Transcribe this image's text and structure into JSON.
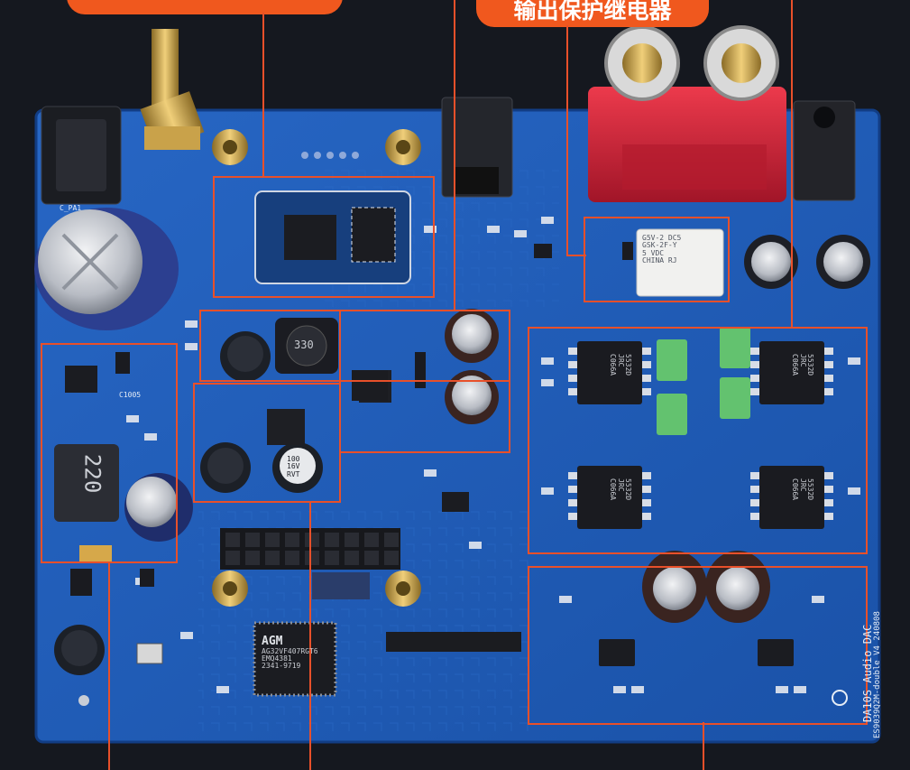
{
  "labels": {
    "banner_left": "",
    "banner_right": "输出保护继电器"
  },
  "silkscreen": {
    "board_name": "DA10S Audio DAC",
    "board_version": "ES9039Q2M-double V4 240808",
    "connector_label": "C_PA1",
    "cap_ref": "C1005"
  },
  "components": {
    "relay_lines": [
      "G5V-2 DC5",
      "GSK-2F-Y",
      "5 VDC",
      "CHINA RJ"
    ],
    "mcu_lines": [
      "AGM",
      "AG32VF407RGT6",
      "EMQ4381",
      "2341-9719"
    ],
    "inductor_big": "220",
    "inductor_small": "330",
    "cap_label": [
      "100",
      "16V",
      "RVT"
    ],
    "opamp_lines": [
      "5532D",
      "JRC",
      "C066A"
    ]
  },
  "colors": {
    "board": "#1f5db7",
    "board_dark": "#17489a",
    "accent": "#e8502a",
    "banner": "#f0581e",
    "background": "#15181f",
    "rca_red": "#d7263a",
    "film_cap": "#63c26f"
  },
  "icons": [
    "antenna-connector-icon",
    "rca-jack-icon",
    "relay-icon",
    "electrolytic-capacitor-icon",
    "ic-chip-icon",
    "inductor-icon",
    "pin-header-icon",
    "headphone-jack-icon",
    "optical-input-icon"
  ]
}
